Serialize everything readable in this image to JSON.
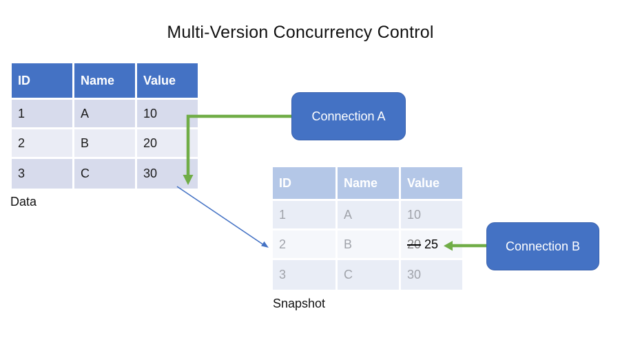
{
  "title": "Multi-Version Concurrency Control",
  "colors": {
    "accent-blue": "#4472C4",
    "accent-green": "#70AD47",
    "table-header-blue": "#4472C4",
    "row-odd": "#D7DBEC",
    "row-even": "#EAECF5",
    "snapshot-header-blue": "#B4C7E7",
    "snapshot-row-odd": "#E9EDF6",
    "snapshot-row-even": "#F5F7FB",
    "snapshot-text": "#A0A3AA",
    "strike-old-gray": "#7F7F7F"
  },
  "data_table": {
    "label": "Data",
    "columns": [
      "ID",
      "Name",
      "Value"
    ],
    "rows": [
      [
        "1",
        "A",
        "10"
      ],
      [
        "2",
        "B",
        "20"
      ],
      [
        "3",
        "C",
        "30"
      ]
    ]
  },
  "snapshot_table": {
    "label": "Snapshot",
    "columns": [
      "ID",
      "Name",
      "Value"
    ],
    "rows": [
      [
        "1",
        "A",
        "10"
      ],
      [
        "2",
        "B",
        ""
      ],
      [
        "3",
        "C",
        "30"
      ]
    ],
    "updated_cell": {
      "old": "20",
      "new": "25"
    }
  },
  "connection_a": {
    "label": "Connection A"
  },
  "connection_b": {
    "label": "Connection B"
  }
}
